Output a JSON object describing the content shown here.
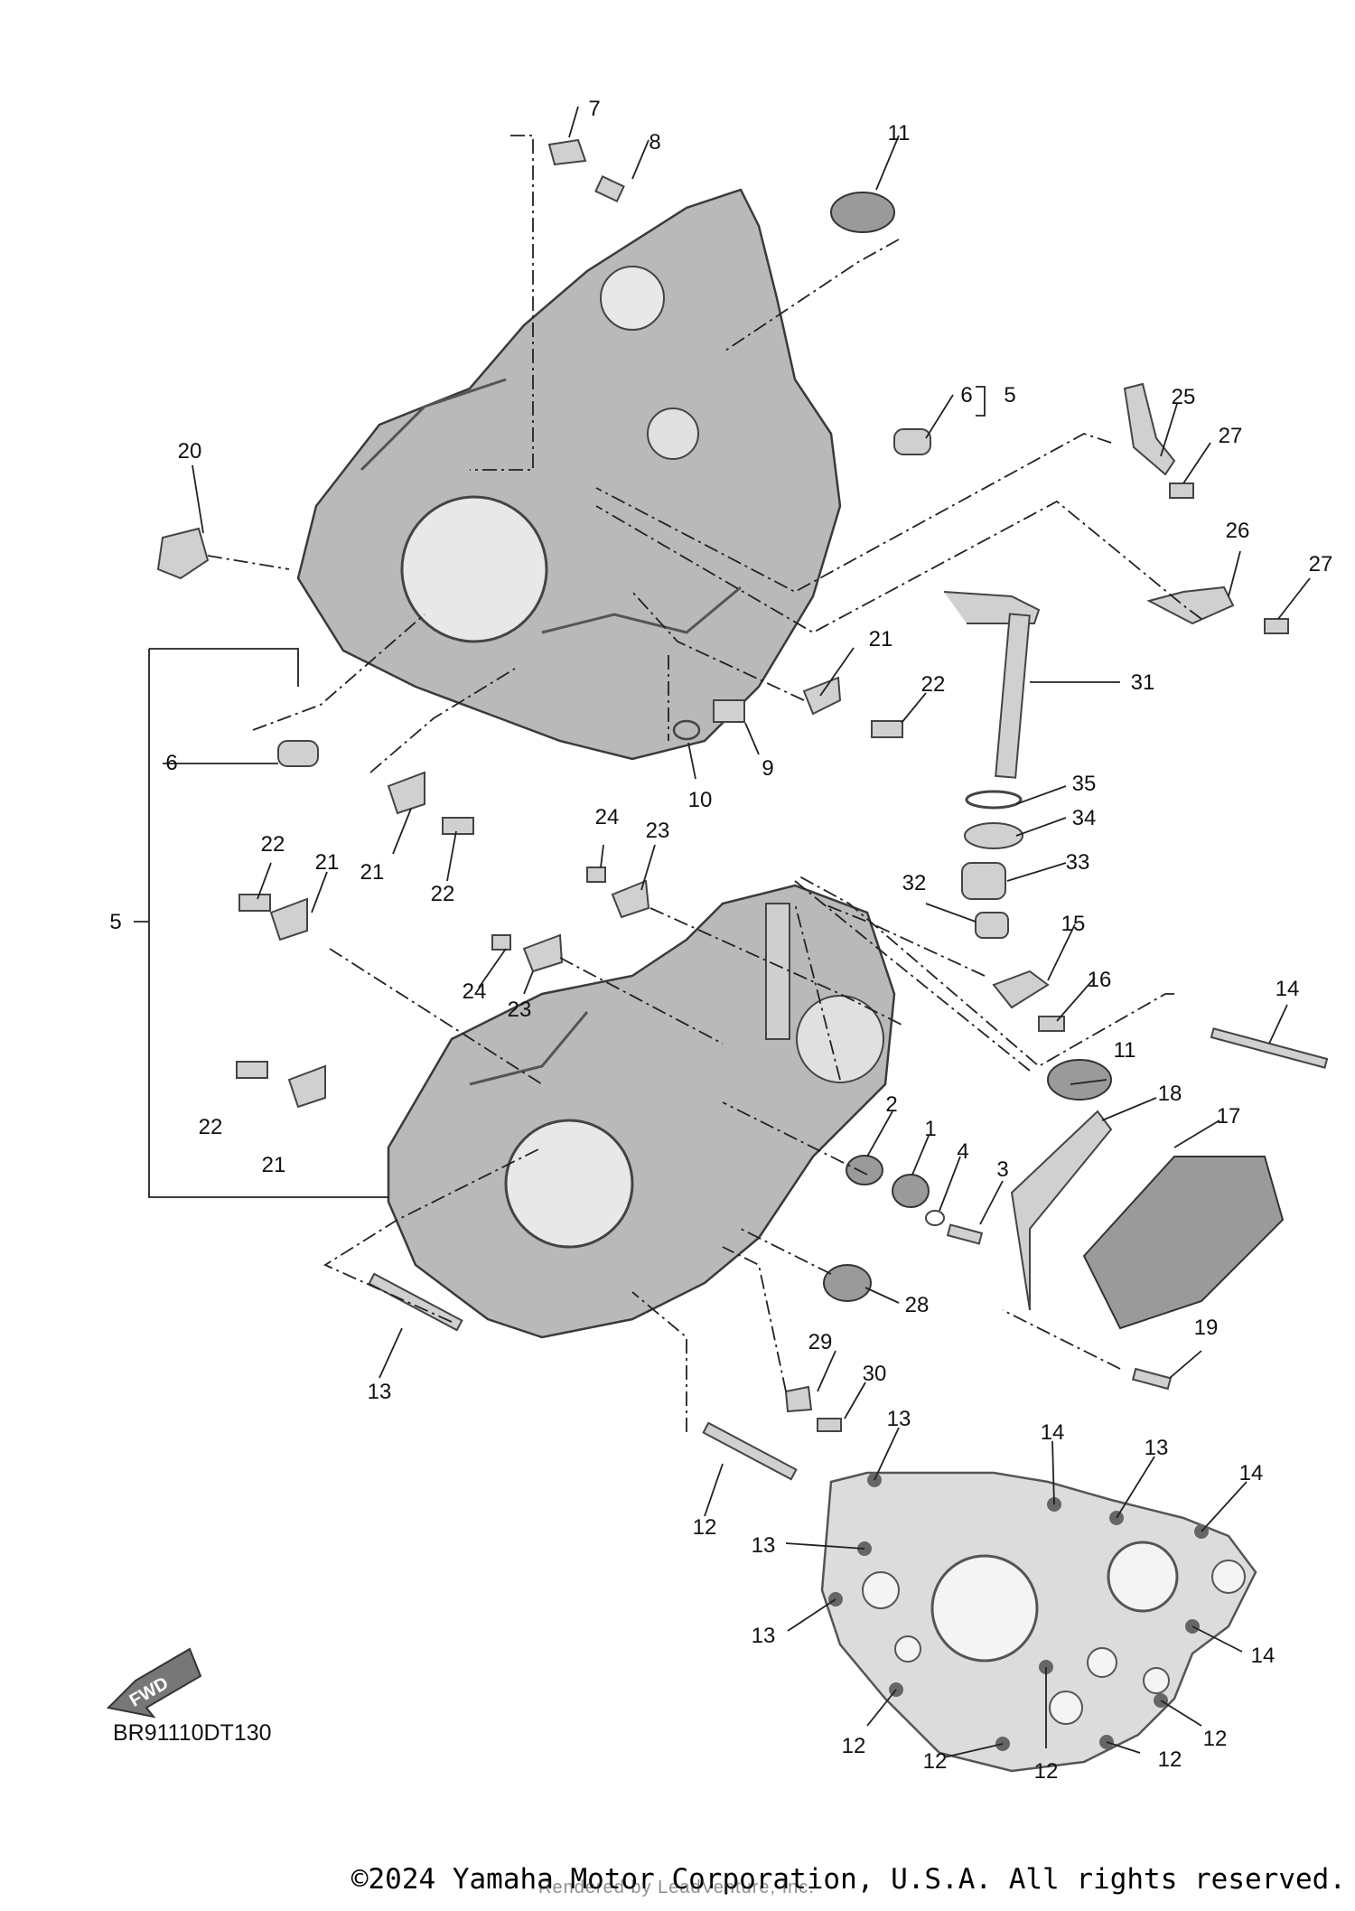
{
  "diagram": {
    "part_code": "BR91110DT130",
    "fwd_label": "FWD",
    "copyright": "©2024 Yamaha Motor Corporation, U.S.A. All rights reserved.",
    "rendered_by": "Rendered by LeadVenture, Inc.",
    "callouts": {
      "c1": "1",
      "c2": "2",
      "c3": "3",
      "c4": "4",
      "c5a": "5",
      "c5b": "5",
      "c6a": "6",
      "c6b": "6",
      "c7": "7",
      "c8": "8",
      "c9": "9",
      "c10": "10",
      "c11a": "11",
      "c11b": "11",
      "c12a": "12",
      "c12b": "12",
      "c12c": "12",
      "c12d": "12",
      "c12e": "12",
      "c12f": "12",
      "c13a": "13",
      "c13b": "13",
      "c13c": "13",
      "c13d": "13",
      "c13e": "13",
      "c14a": "14",
      "c14b": "14",
      "c14c": "14",
      "c14d": "14",
      "c15": "15",
      "c16": "16",
      "c17": "17",
      "c18": "18",
      "c19": "19",
      "c20": "20",
      "c21a": "21",
      "c21b": "21",
      "c21c": "21",
      "c21d": "21",
      "c22a": "22",
      "c22b": "22",
      "c22c": "22",
      "c22d": "22",
      "c23a": "23",
      "c23b": "23",
      "c24a": "24",
      "c24b": "24",
      "c25": "25",
      "c26": "26",
      "c27a": "27",
      "c27b": "27",
      "c28": "28",
      "c29": "29",
      "c30": "30",
      "c31": "31",
      "c32": "32",
      "c33": "33",
      "c34": "34",
      "c35": "35"
    }
  }
}
